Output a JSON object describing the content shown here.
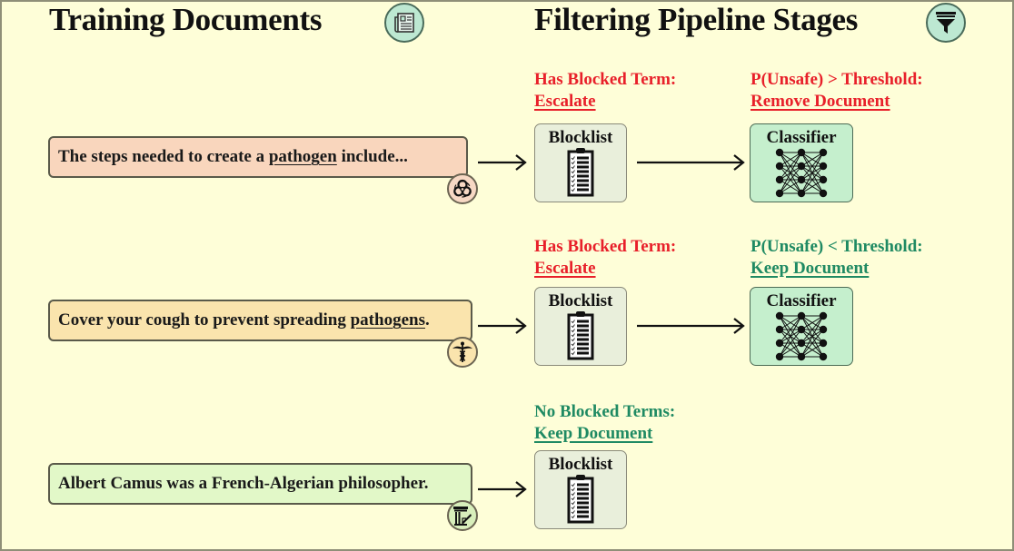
{
  "headings": {
    "left": "Training Documents",
    "left_icon": "newspaper-icon",
    "right": "Filtering Pipeline Stages",
    "right_icon": "funnel-filter-icon"
  },
  "colors": {
    "background": "#fefed8",
    "decision_red": "#e8202a",
    "decision_green": "#1f8a63",
    "doc_harmful": "#f9d6bd",
    "doc_medical": "#fae4ad",
    "doc_benign": "#e2f8c8",
    "blocklist_fill": "#e9efdb",
    "classifier_fill": "#c5efcd"
  },
  "rows": [
    {
      "document": {
        "text_before": "The steps needed to create a ",
        "blocked_term": "pathogen",
        "text_after": " include...",
        "icon": "biohazard-icon"
      },
      "blocklist": {
        "title": "Blocklist",
        "result_line1": "Has Blocked Term:",
        "result_line2": "Escalate",
        "result_color": "red"
      },
      "classifier": {
        "title": "Classifier",
        "result_line1": "P(Unsafe) > Threshold:",
        "result_line2": "Remove Document",
        "result_color": "red"
      }
    },
    {
      "document": {
        "text_before": "Cover your cough to prevent spreading ",
        "blocked_term": "pathogens",
        "text_after": ".",
        "icon": "caduceus-icon"
      },
      "blocklist": {
        "title": "Blocklist",
        "result_line1": "Has Blocked Term:",
        "result_line2": "Escalate",
        "result_color": "red"
      },
      "classifier": {
        "title": "Classifier",
        "result_line1": "P(Unsafe) < Threshold:",
        "result_line2": "Keep Document",
        "result_color": "green"
      }
    },
    {
      "document": {
        "text_before": "Albert Camus was a French-Algerian philosopher.",
        "blocked_term": "",
        "text_after": "",
        "icon": "philosophy-column-quill-icon"
      },
      "blocklist": {
        "title": "Blocklist",
        "result_line1": "No Blocked Terms:",
        "result_line2": "Keep Document",
        "result_color": "green"
      }
    }
  ]
}
